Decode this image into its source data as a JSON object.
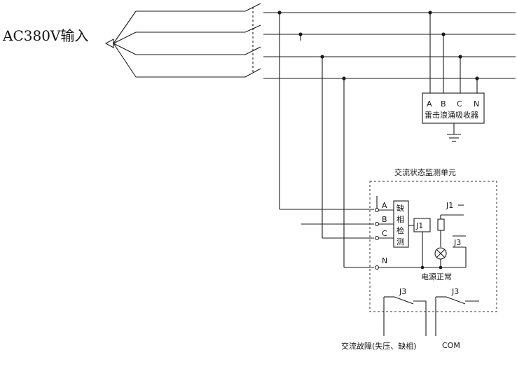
{
  "input": {
    "label": "AC380V输入"
  },
  "surge_absorber": {
    "terminals": [
      "A",
      "B",
      "C",
      "N"
    ],
    "name": "雷击浪涌吸收器"
  },
  "monitor_unit": {
    "title": "交流状态监测单元",
    "terminals": [
      "A",
      "B",
      "C",
      "N"
    ],
    "phase_detect": [
      "缺",
      "相",
      "检",
      "测"
    ],
    "relay_j1": "J1",
    "relay_j1_contact": "J1",
    "relay_j3_contact": "J3",
    "power_ok": "电源正常",
    "out_relay_left": "J3",
    "out_relay_right": "J3"
  },
  "outputs": {
    "fault_label": "交流故障(失压、缺相)",
    "com_label": "COM"
  }
}
